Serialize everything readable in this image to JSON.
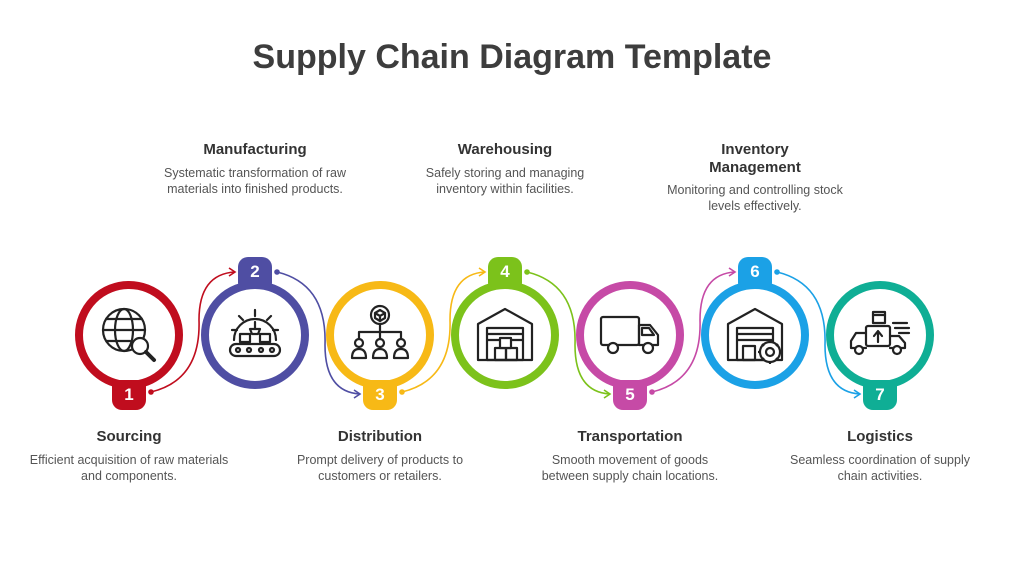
{
  "title": "Supply Chain Diagram Template",
  "steps": [
    {
      "number": "1",
      "title": "Sourcing",
      "desc": "Efficient acquisition of raw materials and components.",
      "color": "#c00d1e",
      "icon": "globe-search-icon"
    },
    {
      "number": "2",
      "title": "Manufacturing",
      "desc": "Systematic transformation of raw materials into finished products.",
      "color": "#4f4ea3",
      "icon": "factory-gear-icon"
    },
    {
      "number": "3",
      "title": "Distribution",
      "desc": "Prompt delivery of products to customers or retailers.",
      "color": "#f7b916",
      "icon": "distribution-network-icon"
    },
    {
      "number": "4",
      "title": "Warehousing",
      "desc": "Safely storing and managing inventory within facilities.",
      "color": "#7cc21b",
      "icon": "warehouse-icon"
    },
    {
      "number": "5",
      "title": "Transportation",
      "desc": "Smooth movement of goods between supply chain locations.",
      "color": "#c64aa6",
      "icon": "delivery-truck-icon"
    },
    {
      "number": "6",
      "title": "Inventory Management",
      "desc": "Monitoring and controlling stock levels effectively.",
      "color": "#1ba1e6",
      "icon": "warehouse-gear-icon"
    },
    {
      "number": "7",
      "title": "Logistics",
      "desc": "Seamless coordination of supply chain activities.",
      "color": "#0fae95",
      "icon": "logistics-truck-icon"
    }
  ]
}
